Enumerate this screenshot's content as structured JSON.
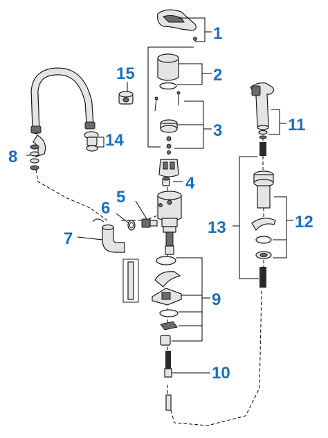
{
  "diagram": {
    "callout_color": "#1d6fb8",
    "callouts": [
      "1",
      "2",
      "3",
      "4",
      "5",
      "6",
      "7",
      "8",
      "9",
      "10",
      "11",
      "12",
      "13",
      "14",
      "15"
    ]
  }
}
